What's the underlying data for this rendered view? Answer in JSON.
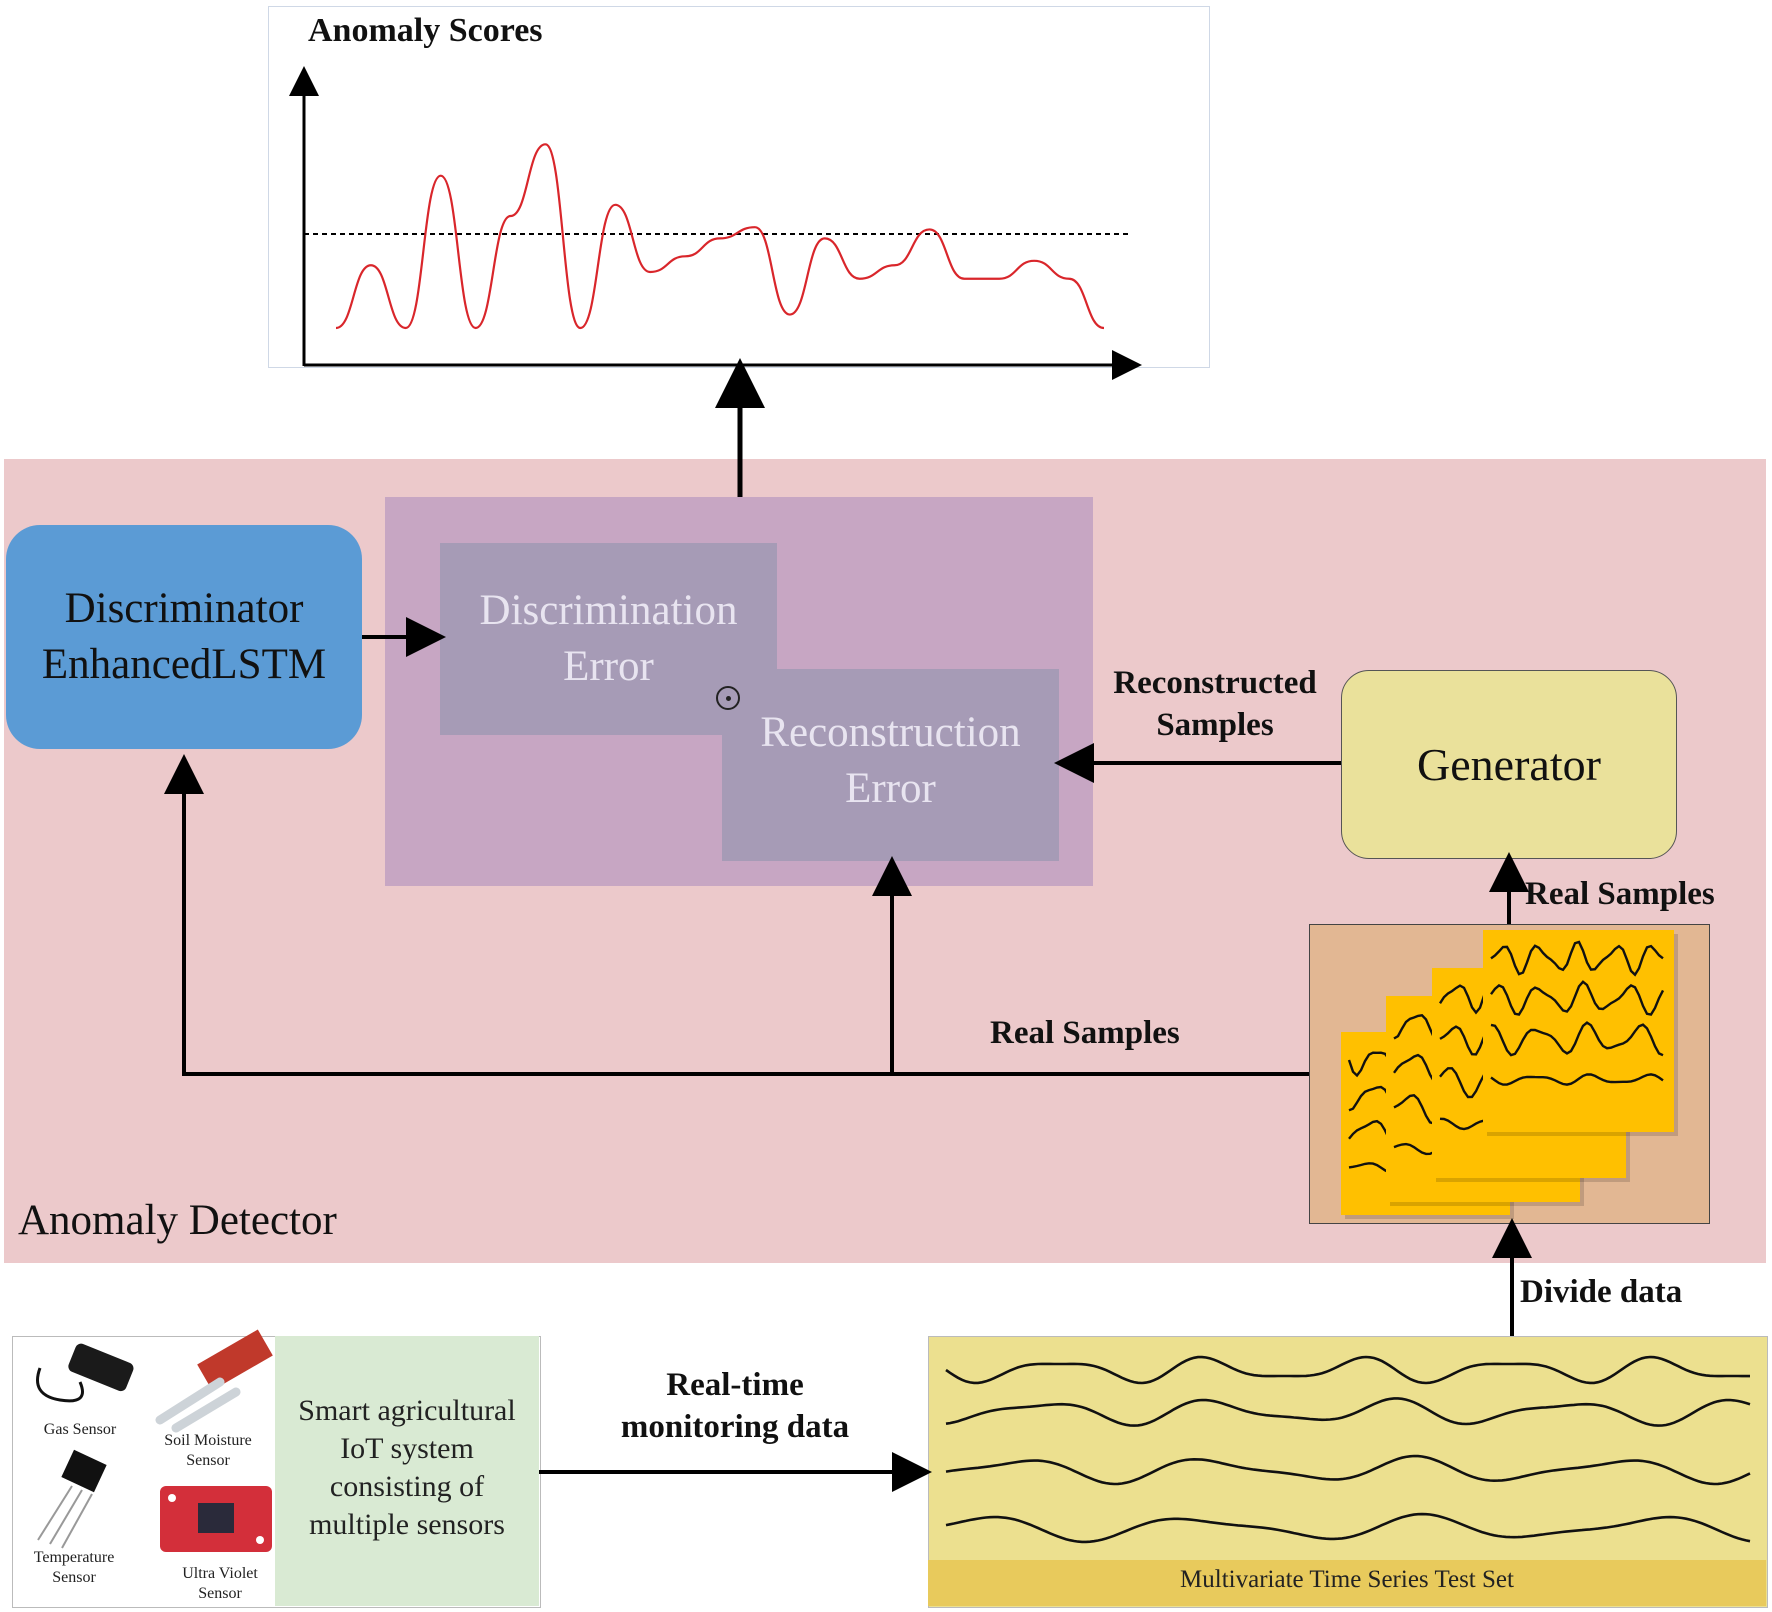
{
  "chart": {
    "title": "Anomaly Scores"
  },
  "chart_data": {
    "type": "line",
    "title": "Anomaly Scores",
    "xlabel": "",
    "ylabel": "",
    "threshold_line": "dashed",
    "grid": false,
    "series": [
      {
        "color": "#d9262b",
        "values": [
          0.0,
          0.28,
          0.0,
          0.68,
          0.0,
          0.5,
          0.82,
          0.0,
          0.55,
          0.25,
          0.32,
          0.4,
          0.45,
          0.06,
          0.4,
          0.22,
          0.28,
          0.44,
          0.22,
          0.22,
          0.3,
          0.22,
          0.0
        ]
      }
    ]
  },
  "detector": {
    "label": "Anomaly Detector"
  },
  "nodes": {
    "discriminator": [
      "Discriminator",
      "EnhancedLSTM"
    ],
    "discrimination_error": [
      "Discrimination",
      "Error"
    ],
    "reconstruction_error": [
      "Reconstruction",
      "Error"
    ],
    "generator": "Generator"
  },
  "edges": {
    "reconstructed_samples": [
      "Reconstructed",
      "Samples"
    ],
    "real_samples_top": "Real Samples",
    "real_samples_bottom": "Real Samples",
    "divide_data": "Divide data",
    "realtime_monitoring": [
      "Real-time",
      "monitoring data"
    ]
  },
  "sensors": {
    "gas": "Gas Sensor",
    "soil": [
      "Soil Moisture",
      "Sensor"
    ],
    "temperature": [
      "Temperature",
      "Sensor"
    ],
    "uv": [
      "Ultra Violet",
      "Sensor"
    ],
    "system": [
      "Smart agricultural",
      "IoT system",
      "consisting of",
      "multiple sensors"
    ]
  },
  "testset": {
    "label": "Multivariate Time Series Test Set"
  },
  "colors": {
    "detector_bg": "#ecc9cb",
    "discriminator": "#5b9bd5",
    "generator": "#eae19b",
    "error_panel": "#c7a6c3",
    "error_box": "#a69bb6",
    "samples_card": "#ffc000",
    "score_line": "#d9262b"
  }
}
